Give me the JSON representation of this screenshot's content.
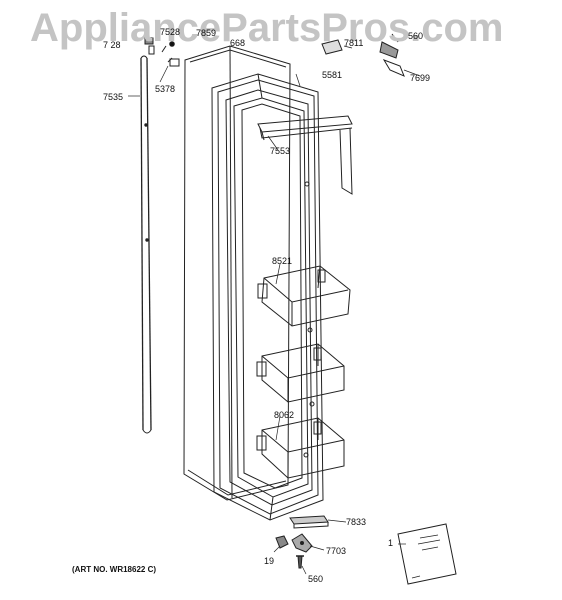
{
  "watermark": "AppliancePartsPros.com",
  "art_number": "(ART NO. WR18622 C)",
  "callouts": {
    "p7528": "7528",
    "p7_28": "7 28",
    "p7859": "7859",
    "p668": "668",
    "p7811": "7811",
    "p560_top": "560",
    "p7535": "7535",
    "p5378": "5378",
    "p5581": "5581",
    "p7699": "7699",
    "p7553": "7553",
    "p8521": "8521",
    "p8062": "8062",
    "p7833": "7833",
    "p1": "1",
    "p7703": "7703",
    "p19": "19",
    "p560_bottom": "560"
  }
}
